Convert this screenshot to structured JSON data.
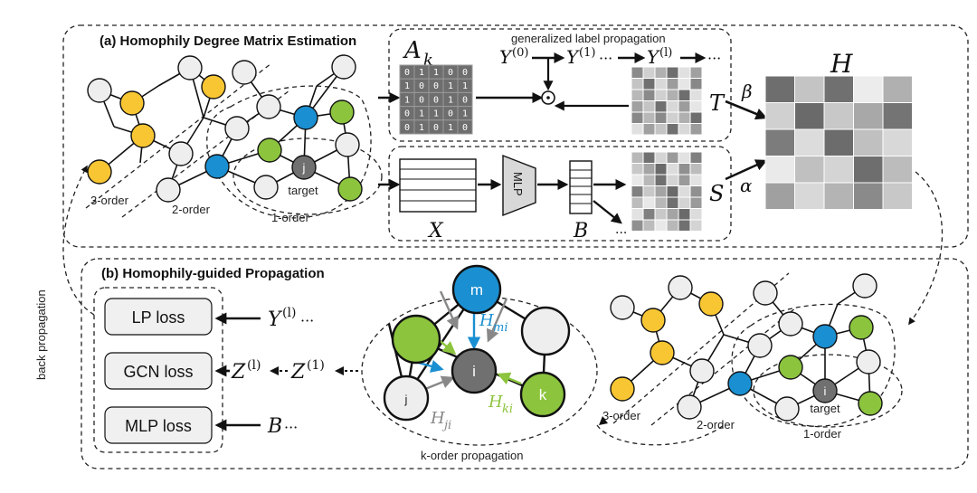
{
  "sections": {
    "a_title": "(a) Homophily Degree Matrix Estimation",
    "b_title": "(b) Homophily-guided Propagation"
  },
  "side_label": "back propagation",
  "graph": {
    "order3": "3-order",
    "order2": "2-order",
    "order1": "1-order",
    "target": "target",
    "target_node": "j"
  },
  "graph2": {
    "order3": "3-order",
    "order2": "2-order",
    "order1": "1-order",
    "target": "target",
    "target_node": "i"
  },
  "label_prop": {
    "title": "generalized label propagation",
    "A": "A",
    "A_sub": "k",
    "Y0": "Y",
    "Y0_sup": "(0)",
    "Y1": "Y",
    "Y1_sup": "(1)",
    "Yl": "Y",
    "Yl_sup": "(l)",
    "dots": "···",
    "matrix": [
      [
        "0",
        "1",
        "1",
        "0",
        "0"
      ],
      [
        "1",
        "0",
        "0",
        "1",
        "1"
      ],
      [
        "1",
        "0",
        "0",
        "1",
        "0"
      ],
      [
        "0",
        "1",
        "1",
        "0",
        "1"
      ],
      [
        "0",
        "1",
        "0",
        "1",
        "0"
      ]
    ]
  },
  "feature_path": {
    "X": "X",
    "MLP": "MLP",
    "B": "B"
  },
  "H_block": {
    "T": "T",
    "S": "S",
    "beta": "β",
    "alpha": "α",
    "H": "H"
  },
  "losses": {
    "lp": "LP loss",
    "gcn": "GCN loss",
    "mlp": "MLP loss"
  },
  "loss_inputs": {
    "Yl": "Y",
    "Yl_sup": "(l)",
    "Zl": "Z",
    "Zl_sup": "(l)",
    "Z1": "Z",
    "Z1_sup": "(1)",
    "B": "B",
    "dots": "···"
  },
  "korder": {
    "caption": "k-order propagation",
    "m": "m",
    "i": "i",
    "j": "j",
    "k": "k",
    "Hmi": "H",
    "Hmi_sub": "mi",
    "Hki": "H",
    "Hki_sub": "ki",
    "Hji": "H",
    "Hji_sub": "ji"
  },
  "colors": {
    "yellow": "#f9c633",
    "blue": "#1a8fd1",
    "green": "#8cc43e",
    "gray_node": "#707070",
    "light_node": "#eeeeee"
  }
}
